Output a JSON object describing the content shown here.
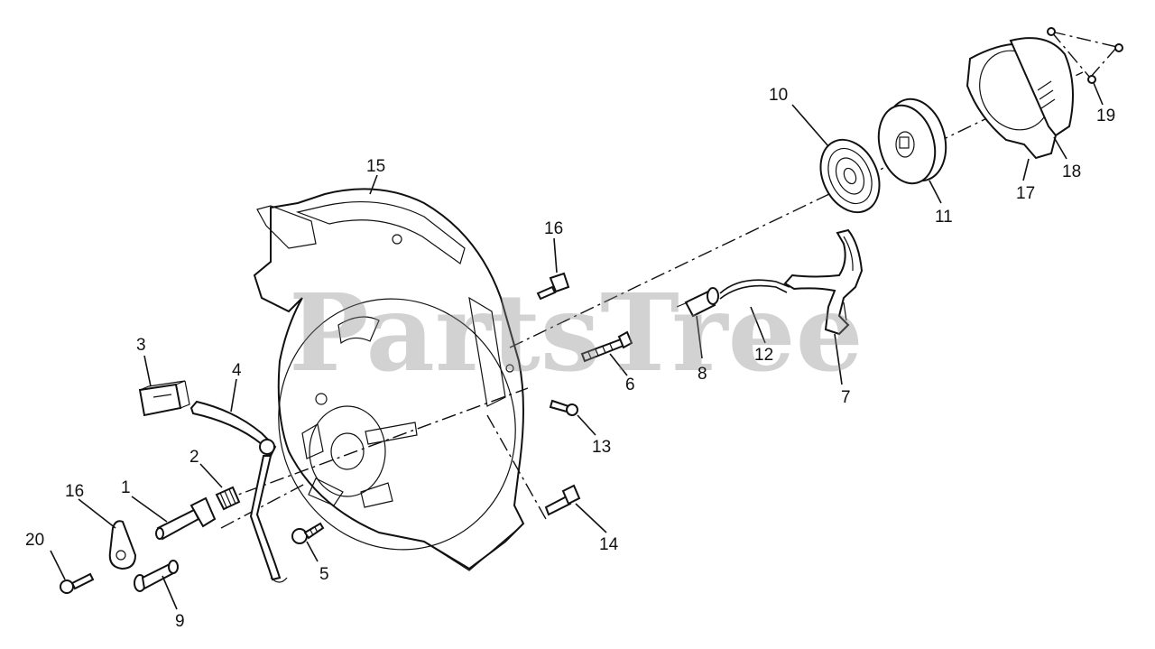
{
  "watermark": {
    "text": "PartsTree",
    "color": "#8a8a8a"
  },
  "callouts": {
    "c1": "1",
    "c2": "2",
    "c3": "3",
    "c4": "4",
    "c5": "5",
    "c6": "6",
    "c7": "7",
    "c8": "8",
    "c9": "9",
    "c10": "10",
    "c11": "11",
    "c12": "12",
    "c13": "13",
    "c14": "14",
    "c15": "15",
    "c16a": "16",
    "c16b": "16",
    "c17": "17",
    "c18": "18",
    "c19": "19",
    "c20": "20"
  },
  "colors": {
    "line": "#111111",
    "background": "#ffffff"
  }
}
